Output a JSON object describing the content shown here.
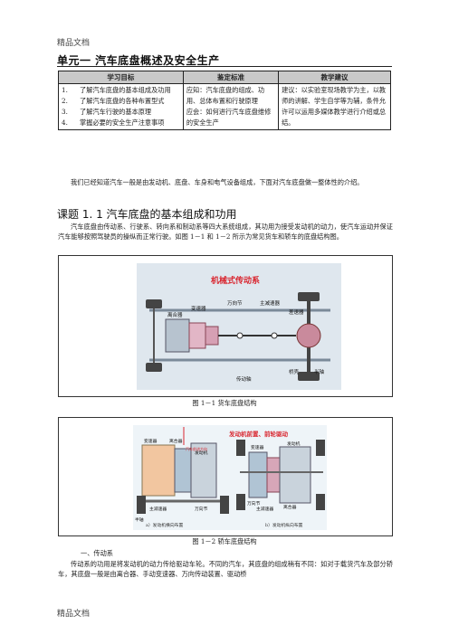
{
  "page": {
    "header": "精品文档",
    "footer": "精品文档"
  },
  "unit_title": "单元一    汽车底盘概述及安全生产",
  "table": {
    "headers": [
      "学习目标",
      "鉴定标准",
      "教学建议"
    ],
    "objectives": [
      {
        "num": "1.",
        "text": "了解汽车底盘的基本组成及功用"
      },
      {
        "num": "2.",
        "text": "了解汽车底盘的各种布置型式"
      },
      {
        "num": "3.",
        "text": "了解汽车行驶的基本原理"
      },
      {
        "num": "4.",
        "text": "掌握必要的安全生产注意事项"
      }
    ],
    "criteria": "应知：汽车底盘的组成、功用、总体布置和行驶原理\n应会：如何进行汽车底盘维修的安全生产",
    "suggestion": "建议：以实验室现场教学为主，以教师的讲解、学生自学等为辅，条件允许可以运用多媒体教学进行介绍或总结。"
  },
  "intro": "我们已经知道汽车一般是由发动机、底盘、车身和电气设备组成，下面对汽车底盘做一整体性的介绍。",
  "lesson": {
    "title": "课题 1. 1    汽车底盘的基本组成和功用",
    "para": "汽车底盘由传动系、行驶系、转向系和制动系等四大系统组成，其功用为接受发动机的动力，使汽车运动并保证汽车能够按照驾驶员的操纵而正常行驶。如图 1－1 和 1－2 所示为常见货车和轿车的底盘结构图。"
  },
  "figure1": {
    "caption": "图 1－1    货车底盘结构",
    "banner": "机械式传动系",
    "labels": [
      "离合器",
      "变速器",
      "万向节",
      "主减速器",
      "差速器",
      "传动轴",
      "桥壳",
      "半轴"
    ]
  },
  "figure2": {
    "caption": "图 1－2    轿车底盘结构",
    "banner": "发动机前置、前轮驱动",
    "left_labels": [
      "变速器",
      "离合器",
      "发动机",
      "汽车前进方向",
      "半轴",
      "主减速器",
      "万向节"
    ],
    "right_labels": [
      "变速器",
      "发动机",
      "万向节",
      "主减速器",
      "离合器"
    ],
    "sub_a": "a）发动机横向布置",
    "sub_b": "b）发动机纵向布置"
  },
  "section": {
    "heading": "一、传动系",
    "para": "传动系的功用是将发动机的动力传给驱动车轮。不同的汽车，其底盘的组成稍有不同：如对于载货汽车及部分轿车，其底盘一般是由离合器、手动变速器、万向传动装置、驱动桥"
  },
  "colors": {
    "table_header_bg": "#c9c9c9",
    "fig1_bg": "#dde6ec",
    "fig1_banner": "#d9262f",
    "fig2_bg": "#eef4f8",
    "fig2_banner": "#d9262f"
  }
}
